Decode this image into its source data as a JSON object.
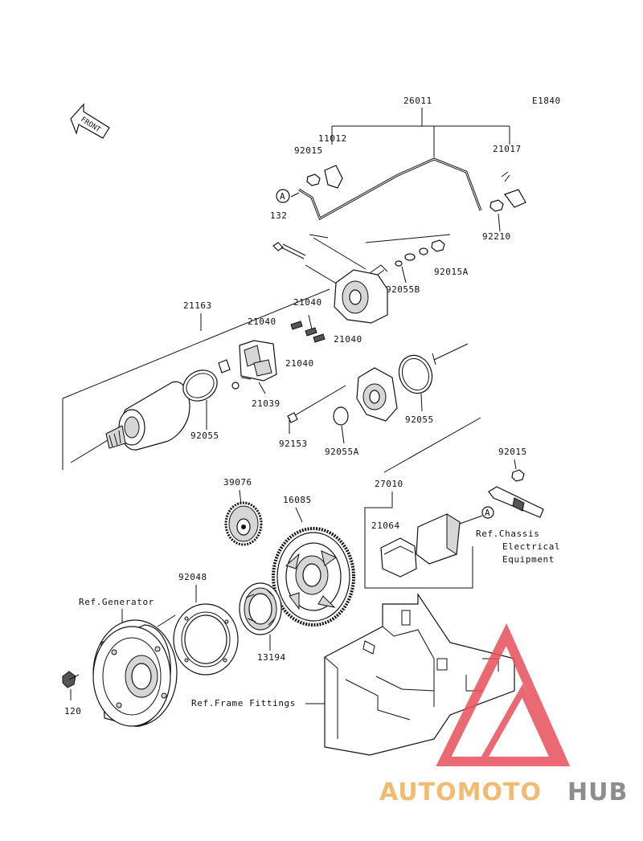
{
  "diagram_code": "E1840",
  "front_marker": "FRONT",
  "callout_a": "A",
  "part_numbers": {
    "p26011": "26011",
    "p11012": "11012",
    "p92015_top": "92015",
    "p21017": "21017",
    "p132": "132",
    "p92210": "92210",
    "p92015a": "92015A",
    "p92055b": "92055B",
    "p21163": "21163",
    "p21040_a": "21040",
    "p21040_b": "21040",
    "p21040_c": "21040",
    "p21040_d": "21040",
    "p21039": "21039",
    "p92055_left": "92055",
    "p92153": "92153",
    "p92055a": "92055A",
    "p92055_right": "92055",
    "p92015_right": "92015",
    "p27010": "27010",
    "p21064": "21064",
    "p39076": "39076",
    "p16085": "16085",
    "p92048": "92048",
    "p13194": "13194",
    "p120": "120"
  },
  "references": {
    "generator": "Ref.Generator",
    "chassis_line1": "Ref.Chassis",
    "chassis_line2": "Electrical",
    "chassis_line3": "Equipment",
    "frame": "Ref.Frame Fittings"
  },
  "watermark": {
    "part1": "AUTOMOTO",
    "part2": "HUB",
    "color1": "#f2b05a",
    "color2": "#7a7a7a",
    "triangle_color": "#e8505a"
  }
}
